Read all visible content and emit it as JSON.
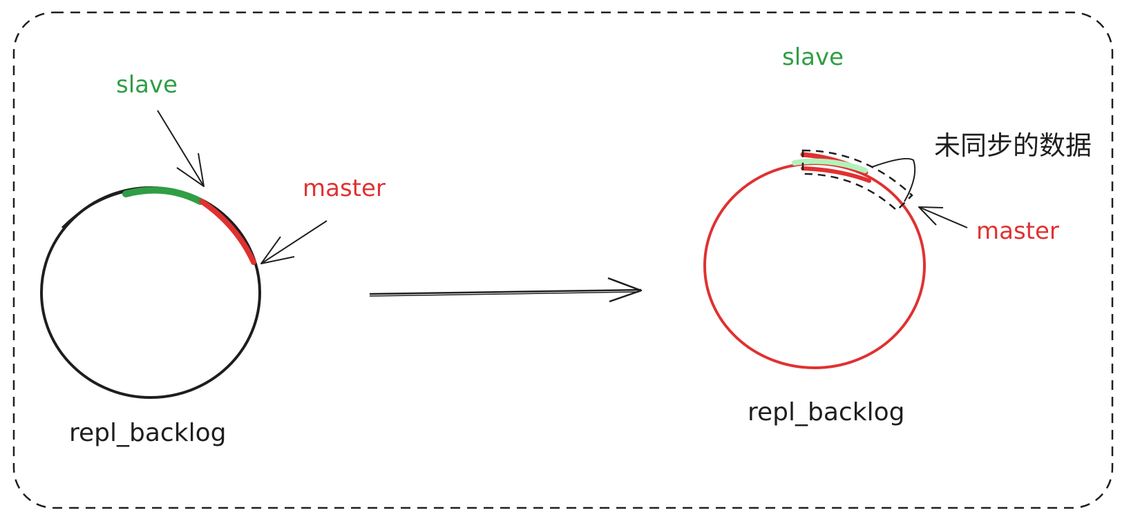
{
  "colors": {
    "ink": "#1e1e1e",
    "slave": "#2f9e44",
    "master": "#e03131",
    "unsynced": "#b2f2bb"
  },
  "left": {
    "slave_label": "slave",
    "master_label": "master",
    "buffer_label": "repl_backlog"
  },
  "right": {
    "slave_label": "slave",
    "master_label": "master",
    "buffer_label": "repl_backlog",
    "note_label": "未同步的数据"
  }
}
